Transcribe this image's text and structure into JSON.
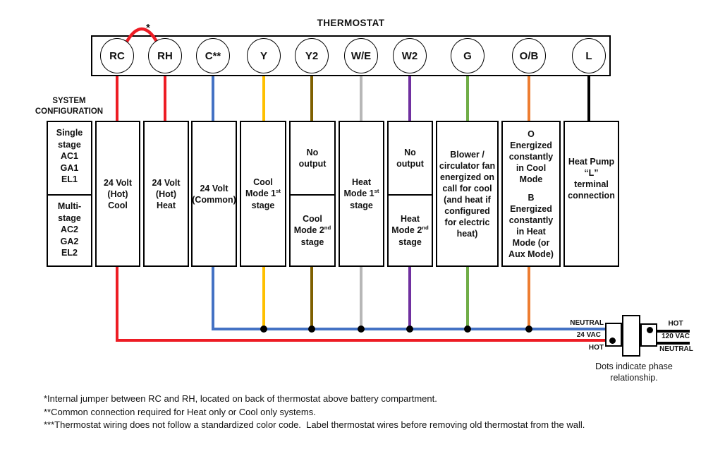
{
  "title": "THERMOSTAT",
  "jumper_marker": "*",
  "system_configuration_label": "SYSTEM CONFIGURATION",
  "terminals": [
    {
      "label": "RC",
      "wire_color": "red"
    },
    {
      "label": "RH",
      "wire_color": "red"
    },
    {
      "label": "C**",
      "wire_color": "blue"
    },
    {
      "label": "Y",
      "wire_color": "yellow"
    },
    {
      "label": "Y2",
      "wire_color": "olive"
    },
    {
      "label": "W/E",
      "wire_color": "gray"
    },
    {
      "label": "W2",
      "wire_color": "purple"
    },
    {
      "label": "G",
      "wire_color": "green"
    },
    {
      "label": "O/B",
      "wire_color": "orange"
    },
    {
      "label": "L",
      "wire_color": "black"
    }
  ],
  "table": {
    "single_stage": {
      "title": "Single stage",
      "items": [
        "AC1",
        "GA1",
        "EL1"
      ]
    },
    "multi_stage": {
      "title": "Multi-stage",
      "items": [
        "AC2",
        "GA2",
        "EL2"
      ]
    },
    "columns": {
      "rc": "24 Volt (Hot) Cool",
      "rh": "24 Volt (Hot) Heat",
      "c": "24 Volt (Common)",
      "y": {
        "pre": "Cool Mode 1",
        "sup": "st",
        "post": " stage"
      },
      "y2": {
        "top": "No output",
        "pre": "Cool Mode 2",
        "sup": "nd",
        "post": " stage"
      },
      "we": {
        "pre": "Heat Mode 1",
        "sup": "st",
        "post": " stage"
      },
      "w2": {
        "top": "No output",
        "pre": "Heat Mode 2",
        "sup": "nd",
        "post": " stage"
      },
      "g": "Blower / circulator fan energized on call for cool (and heat if configured for electric heat)",
      "ob": {
        "o_label": "O",
        "o_text": "Energized constantly in Cool Mode",
        "b_label": "B",
        "b_text": "Energized constantly in Heat Mode (or Aux Mode)"
      },
      "l": "Heat Pump “L” terminal connection"
    }
  },
  "bus": {
    "left_labels": {
      "neutral": "NEUTRAL",
      "vac": "24 VAC",
      "hot": "HOT"
    }
  },
  "transformer": {
    "right_labels": {
      "hot": "HOT",
      "vac": "120 VAC",
      "neutral": "NEUTRAL"
    },
    "caption": "Dots indicate phase relationship."
  },
  "footnotes": [
    "*Internal jumper between RC and RH, located on back of thermostat above battery compartment.",
    "**Common connection required for Heat only or Cool only systems.",
    "***Thermostat wiring does not follow a standardized color code.  Label thermostat wires before removing old thermostat from the wall."
  ],
  "colors": {
    "red": "#ED1C24",
    "blue": "#4472C4",
    "yellow": "#FFC000",
    "olive": "#7F6000",
    "gray": "#B7B7B7",
    "purple": "#7030A0",
    "green": "#70AD47",
    "orange": "#ED7D31",
    "black": "#000000"
  }
}
